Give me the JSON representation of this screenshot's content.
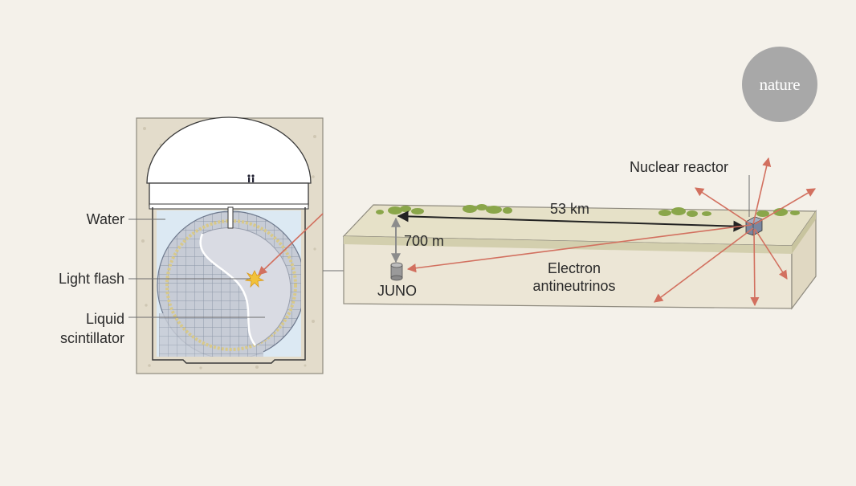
{
  "labels": {
    "water": "Water",
    "light_flash": "Light flash",
    "liquid_scintillator": "Liquid\nscintillator",
    "nuclear_reactor": "Nuclear reactor",
    "distance": "53 km",
    "depth": "700 m",
    "detector": "JUNO",
    "particles": "Electron\nantineutrinos"
  },
  "logo": {
    "text": "nature"
  },
  "colors": {
    "background": "#f4f1ea",
    "rock": "#e3dccb",
    "ground_top": "#e6e1c8",
    "water": "#dce9f3",
    "scintillator": "#d9dbe3",
    "arrow": "#d2705f",
    "vegetation": "#8aa64a",
    "logo": "#a8a8a8"
  }
}
